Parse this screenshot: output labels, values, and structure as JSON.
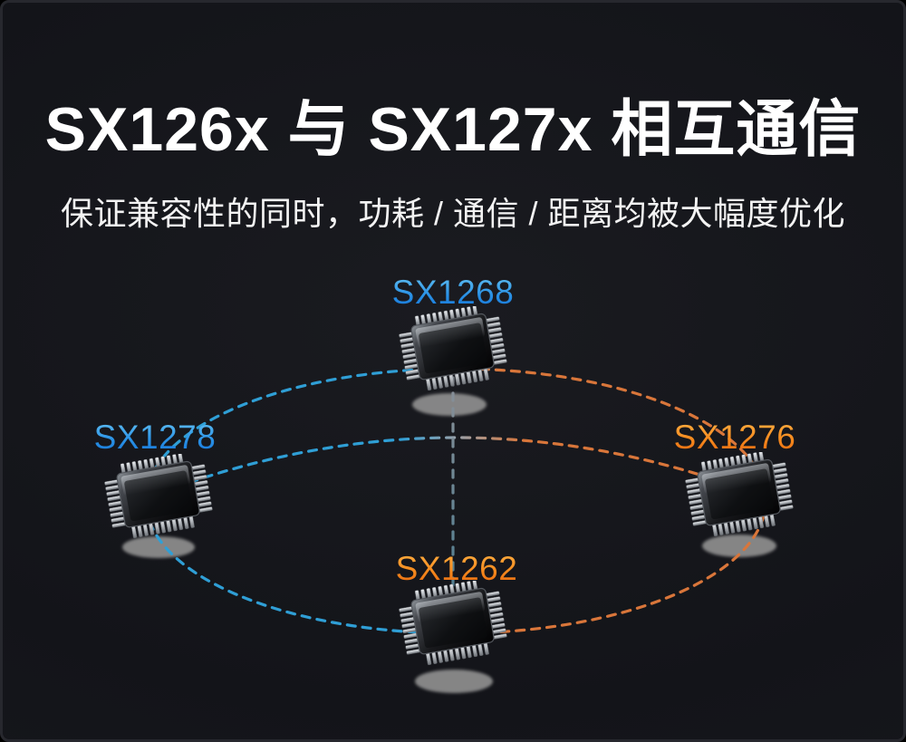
{
  "header": {
    "title": "SX126x 与 SX127x 相互通信",
    "subtitle": "保证兼容性的同时，功耗 / 通信 / 距离均被大幅度优化"
  },
  "diagram": {
    "nodes": [
      {
        "id": "sx1268",
        "label": "SX1268",
        "color": "blue",
        "placement": "top"
      },
      {
        "id": "sx1278",
        "label": "SX1278",
        "color": "blue",
        "placement": "left"
      },
      {
        "id": "sx1276",
        "label": "SX1276",
        "color": "orange",
        "placement": "right"
      },
      {
        "id": "sx1262",
        "label": "SX1262",
        "color": "orange",
        "placement": "bottom"
      }
    ],
    "links": [
      {
        "id": "network-ring",
        "type": "dashed-ellipse",
        "connects": [
          "sx1268",
          "sx1276",
          "sx1262",
          "sx1278"
        ],
        "left_half_color": "#2f9fd6",
        "right_half_color": "#d9763a"
      },
      {
        "id": "cross-link-arc",
        "type": "dashed-arc",
        "connects": [
          "sx1278",
          "sx1276"
        ],
        "left_color": "#2f9fd6",
        "mid_color": "#9aa2ab",
        "right_color": "#d9763a"
      },
      {
        "id": "vertical-link",
        "type": "dashed-line",
        "connects": [
          "sx1268",
          "sx1262"
        ],
        "top_color": "#8a9098",
        "bottom_color": "#4f7d90"
      }
    ],
    "icons": [
      {
        "name": "chip-icon",
        "description": "QFP integrated-circuit package, tilted, glossy black with metallic pins"
      },
      {
        "name": "chip-shadow",
        "description": "gray ellipse drop shadow under each chip"
      }
    ]
  },
  "theme": {
    "background": "#141519",
    "frame_border": "#27282e",
    "title_color": "#ffffff",
    "blue_accent": "#2f9fd6",
    "orange_accent": "#d9763a",
    "blue_label_top": "#66c3f3",
    "blue_label_bottom": "#1370d6",
    "orange_label_top": "#ffb245",
    "orange_label_bottom": "#e5620c",
    "link_gray": "#8a9098",
    "shadow_gray": "#8f8f8f"
  }
}
